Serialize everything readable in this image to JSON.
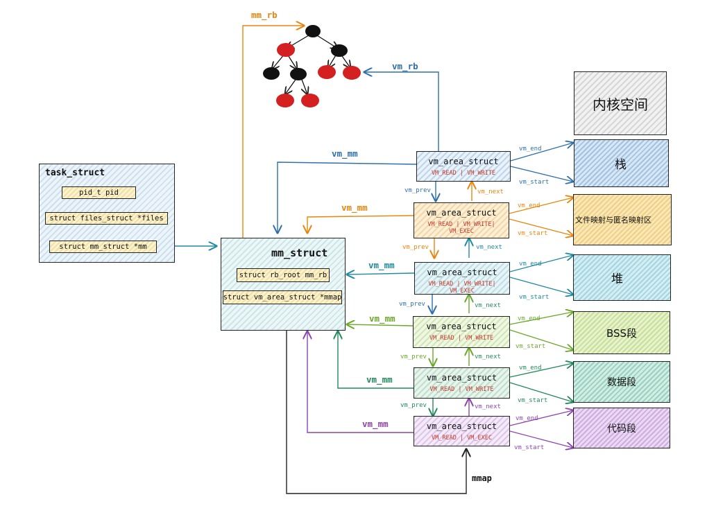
{
  "task_struct": {
    "title": "task_struct",
    "fields": [
      "pid_t  pid",
      "struct files_struct *files",
      "struct mm_struct     *mm"
    ]
  },
  "mm_struct": {
    "title": "mm_struct",
    "fields": [
      "struct rb_root mm_rb",
      "struct vm_area_struct *mmap"
    ]
  },
  "vmas": [
    {
      "name": "vm_area_struct",
      "flags": "VM_READ | VM_WRITE",
      "color": "#2e6fad"
    },
    {
      "name": "vm_area_struct",
      "flags": "VM_READ | VM_WRITE| VM_EXEC",
      "color": "#e8850c"
    },
    {
      "name": "vm_area_struct",
      "flags": "VM_READ | VM_WRITE| VM_EXEC",
      "color": "#1f8aa0"
    },
    {
      "name": "vm_area_struct",
      "flags": "VM_READ | VM_WRITE",
      "color": "#6aa82a"
    },
    {
      "name": "vm_area_struct",
      "flags": "VM_READ | VM_WRITE",
      "color": "#218a5a"
    },
    {
      "name": "vm_area_struct",
      "flags": "VM_READ | VM_EXEC",
      "color": "#8e44ad"
    }
  ],
  "segments": [
    {
      "label": "内核空间"
    },
    {
      "label": "栈"
    },
    {
      "label": "文件映射与匿名映射区"
    },
    {
      "label": "堆"
    },
    {
      "label": "BSS段"
    },
    {
      "label": "数据段"
    },
    {
      "label": "代码段"
    }
  ],
  "labels": {
    "mm_rb": "mm_rb",
    "vm_rb": "vm_rb",
    "vm_mm": "vm_mm",
    "vm_prev": "vm_prev",
    "vm_next": "vm_next",
    "vm_end": "vm_end",
    "vm_start": "vm_start",
    "mmap": "mmap"
  },
  "colors": {
    "blue": "#2e6fad",
    "orange": "#e8850c",
    "teal": "#1f8aa0",
    "lime": "#6aa82a",
    "green": "#218a5a",
    "purple": "#8e44ad",
    "node_red": "#d42020",
    "node_black": "#111111"
  }
}
